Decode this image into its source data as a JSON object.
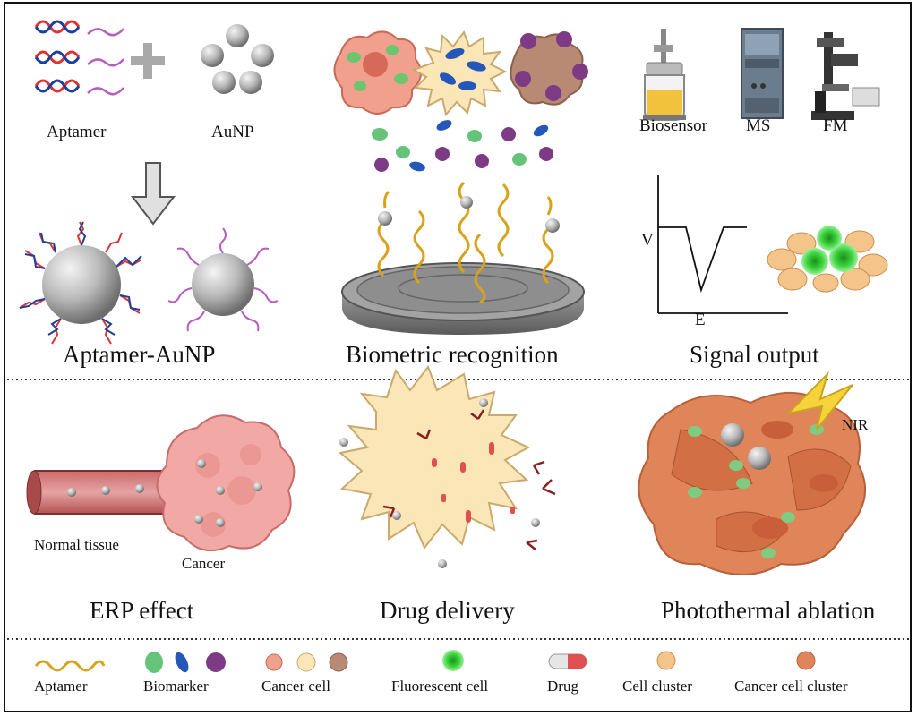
{
  "panel_a": {
    "aptamer_label": "Aptamer",
    "aunp_label": "AuNP",
    "section_title": "Aptamer-AuNP"
  },
  "panel_b": {
    "section_title": "Biometric recognition"
  },
  "panel_c": {
    "biosensor_label": "Biosensor",
    "ms_label": "MS",
    "fm_label": "FM",
    "axis_y_label": "V",
    "axis_x_label": "E",
    "section_title": "Signal output"
  },
  "panel_d": {
    "normal_tissue_label": "Normal tissue",
    "cancer_label": "Cancer",
    "section_title": "ERP effect"
  },
  "panel_e": {
    "section_title": "Drug delivery"
  },
  "panel_f": {
    "nir_label": "NIR",
    "section_title": "Photothermal ablation"
  },
  "legend": {
    "items": [
      "Aptamer",
      "Biomarker",
      "Cancer cell",
      "Fluorescent cell",
      "Drug",
      "Cell cluster",
      "Cancer cell cluster"
    ]
  },
  "colors": {
    "aptamer_gold": "#d9a21b",
    "biomarker_green": "#66c47a",
    "biomarker_blue": "#2457b8",
    "biomarker_purple": "#7d3b86",
    "fluorescent_green": "#2fc12f",
    "drug_red": "#e05050",
    "cancer_orange": "#e0855a"
  }
}
